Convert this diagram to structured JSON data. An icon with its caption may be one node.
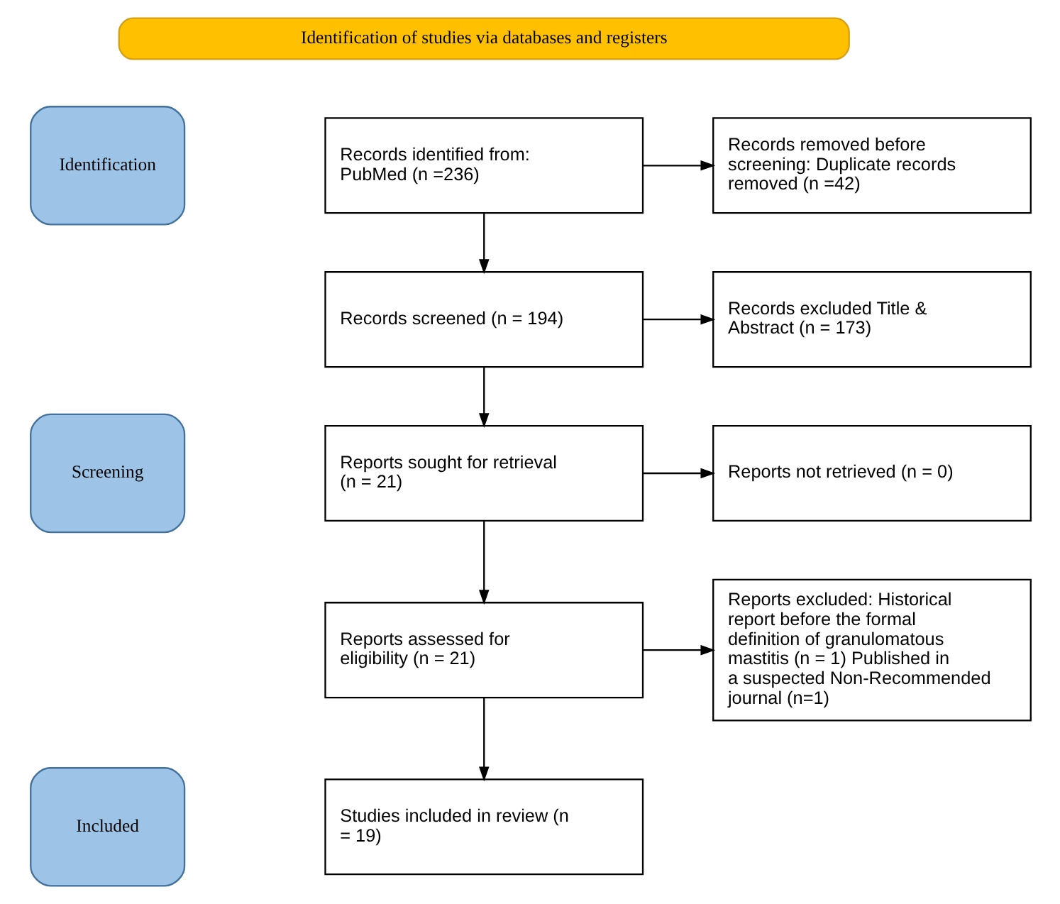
{
  "diagram": {
    "nodes": [
      {
        "text": [
          "Identification of studies via databases and registers"
        ]
      },
      {
        "text": [
          "Identification"
        ]
      },
      {
        "text": [
          "Screening"
        ]
      },
      {
        "text": [
          "Included"
        ]
      },
      {
        "text": [
          "Records identified from: PubMed (n =236)"
        ]
      },
      {
        "text": [
          "Records removed before screening: Duplicate records removed (n =42)"
        ]
      },
      {
        "text": [
          "Records screened (n = 194)"
        ]
      },
      {
        "text": [
          "Records excluded Title & Abstract (n = 173)"
        ]
      },
      {
        "text": [
          "Reports sought for retrieval (n = 21)"
        ]
      },
      {
        "text": [
          "Reports not retrieved (n = 0)"
        ]
      },
      {
        "text": [
          "Reports assessed for eligibility (n = 21)"
        ]
      },
      {
        "text": [
          "Reports excluded: Historical report before the formal definition of granulomatous mastitis (n = 1) Published in a suspected Non-Recommended journal (n=1)"
        ]
      },
      {
        "text": [
          "Studies included in review (n = 19)"
        ]
      }
    ],
    "edges": [
      {
        "from": 4,
        "to": 5,
        "arrow": "to"
      },
      {
        "from": 4,
        "to": 6,
        "arrow": "to"
      },
      {
        "from": 6,
        "to": 7,
        "arrow": "to"
      },
      {
        "from": 6,
        "to": 8,
        "arrow": "to"
      },
      {
        "from": 8,
        "to": 9,
        "arrow": "to"
      },
      {
        "from": 8,
        "to": 10,
        "arrow": "to"
      },
      {
        "from": 10,
        "to": 11,
        "arrow": "to"
      },
      {
        "from": 10,
        "to": 12,
        "arrow": "to"
      }
    ]
  }
}
